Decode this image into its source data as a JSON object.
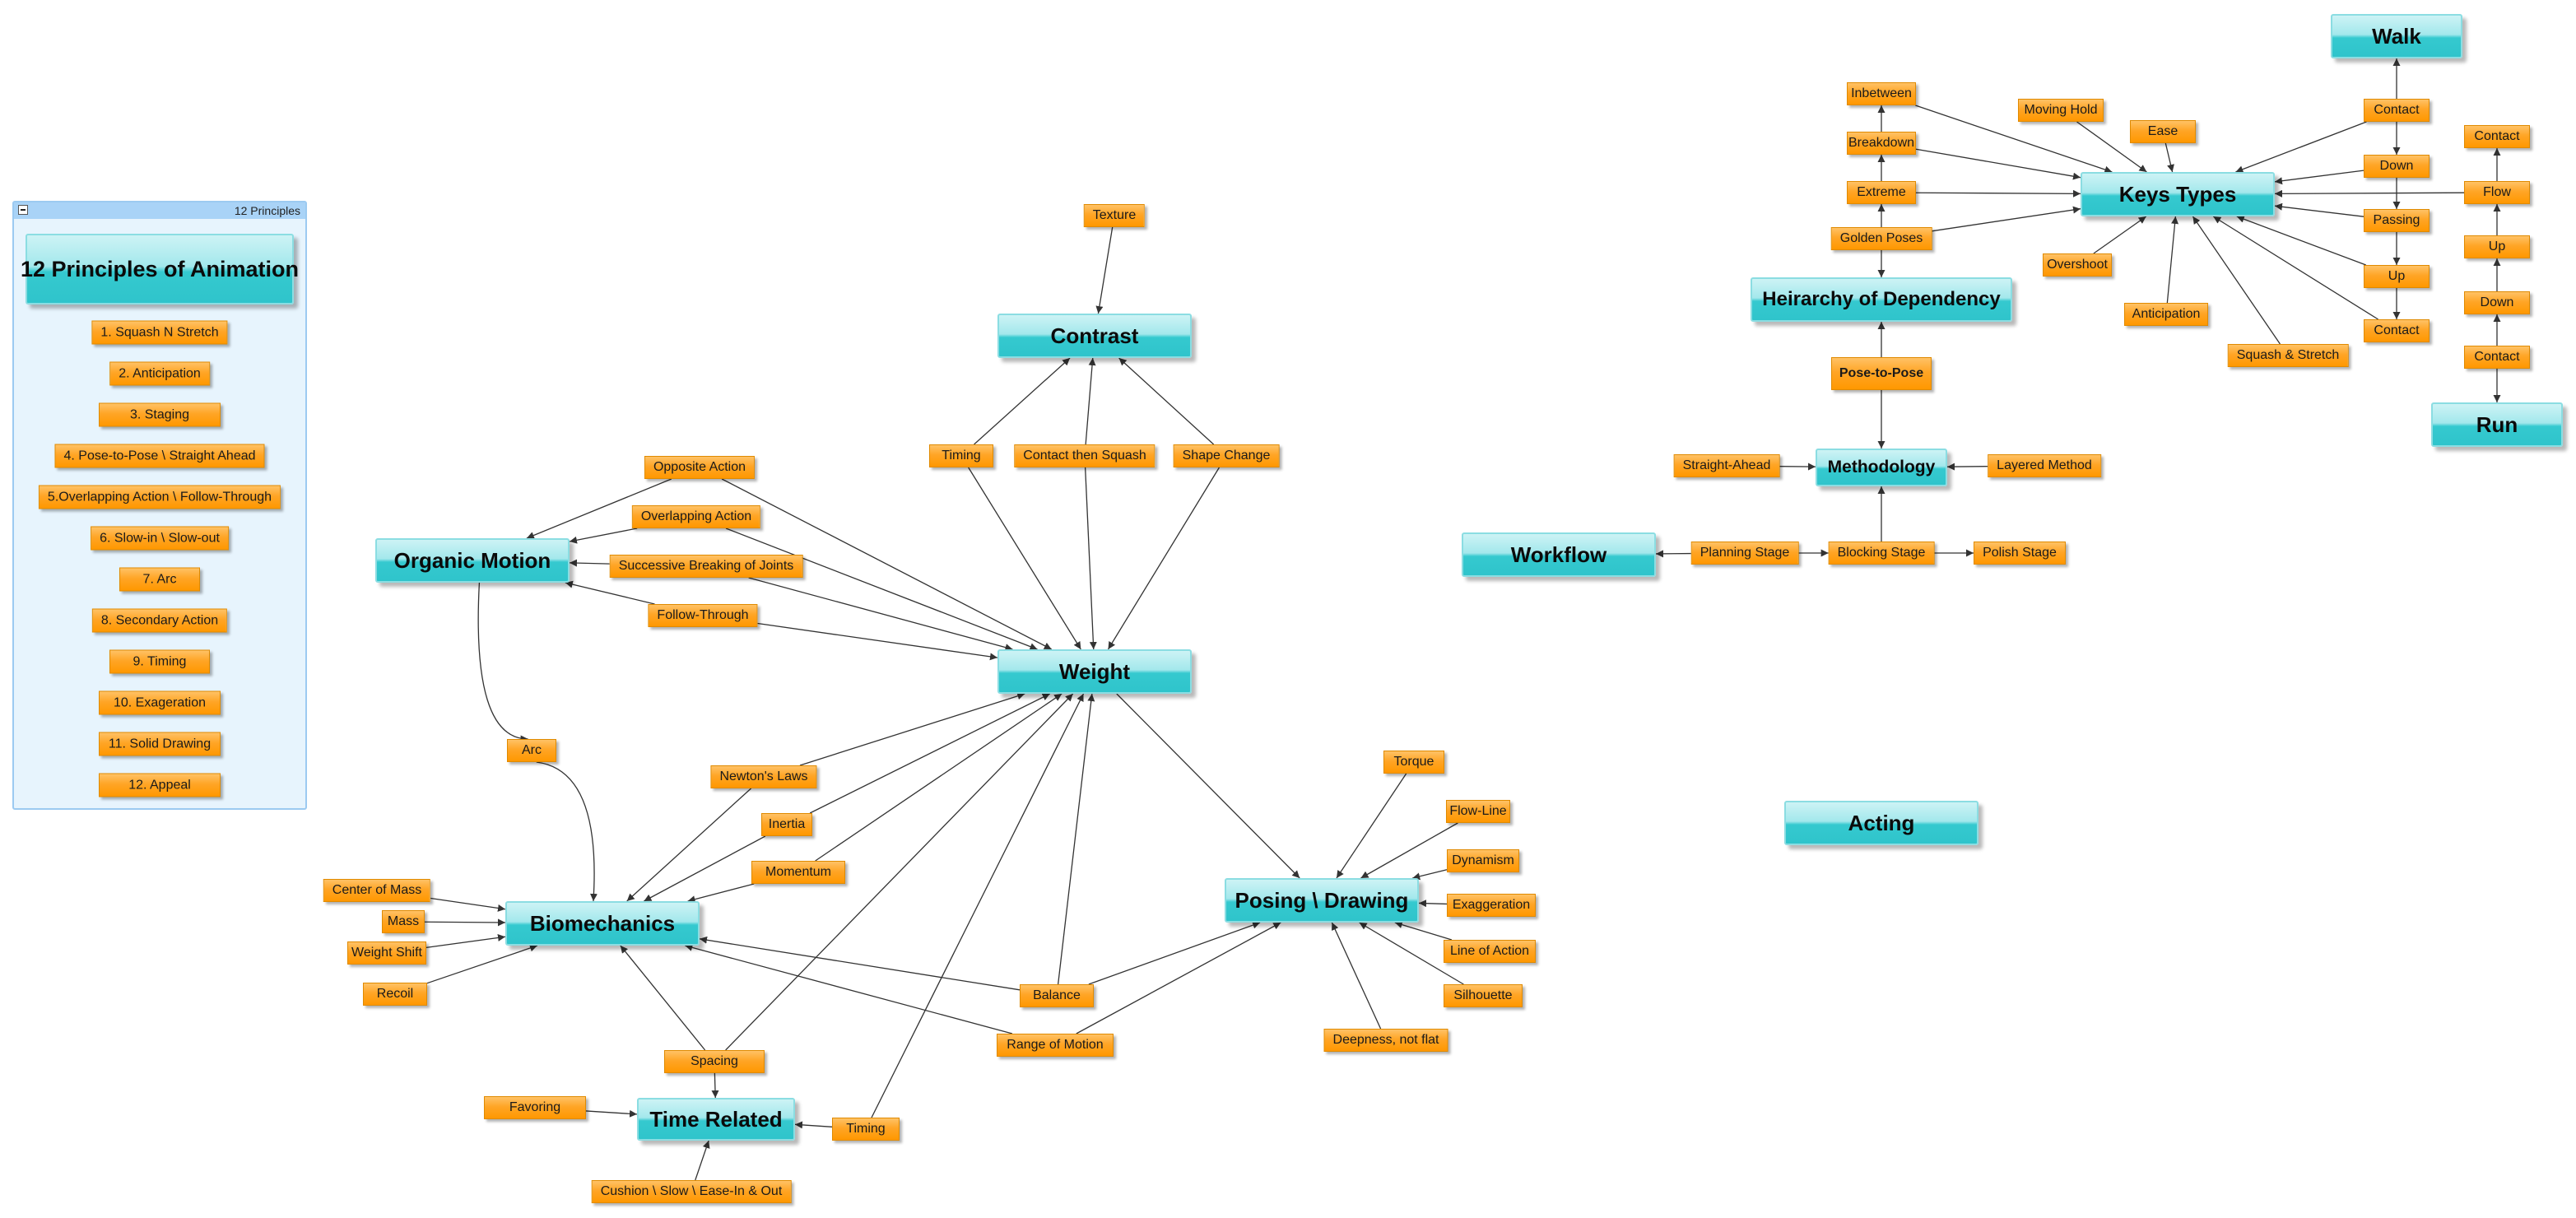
{
  "legend": {
    "title": "12 Principles"
  },
  "colors": {
    "topic_fill": "#35c9cf",
    "subtopic_fill": "#ff9800",
    "line": "#333333",
    "panel": "#e7f4fd"
  },
  "nodes": {
    "principles_title": "12 Principles of Animation",
    "p1": "1. Squash N Stretch",
    "p2": "2. Anticipation",
    "p3": "3. Staging",
    "p4": "4. Pose-to-Pose \\ Straight Ahead",
    "p5": "5.Overlapping Action \\ Follow-Through",
    "p6": "6. Slow-in \\ Slow-out",
    "p7": "7. Arc",
    "p8": "8. Secondary Action",
    "p9": "9. Timing",
    "p10": "10. Exageration",
    "p11": "11. Solid Drawing",
    "p12": "12. Appeal",
    "texture": "Texture",
    "contrast": "Contrast",
    "timing_top": "Timing",
    "contact_squash": "Contact then Squash",
    "shape_change": "Shape Change",
    "opposite_action": "Opposite Action",
    "overlapping_action": "Overlapping Action",
    "successive_breaking": "Successive Breaking of Joints",
    "follow_through": "Follow-Through",
    "organic_motion": "Organic Motion",
    "weight": "Weight",
    "arc": "Arc",
    "newtons_laws": "Newton's Laws",
    "inertia": "Inertia",
    "momentum": "Momentum",
    "center_of_mass": "Center of Mass",
    "mass": "Mass",
    "weight_shift": "Weight Shift",
    "recoil": "Recoil",
    "biomechanics": "Biomechanics",
    "balance": "Balance",
    "range_of_motion": "Range of Motion",
    "spacing": "Spacing",
    "favoring": "Favoring",
    "time_related": "Time Related",
    "timing_bottom": "Timing",
    "cushion": "Cushion \\ Slow \\ Ease-In & Out",
    "torque": "Torque",
    "flow_line": "Flow-Line",
    "dynamism": "Dynamism",
    "exaggeration": "Exaggeration",
    "line_of_action": "Line of Action",
    "silhouette": "Silhouette",
    "deepness": "Deepness, not flat",
    "posing_drawing": "Posing \\ Drawing",
    "workflow": "Workflow",
    "planning_stage": "Planning Stage",
    "blocking_stage": "Blocking Stage",
    "polish_stage": "Polish Stage",
    "straight_ahead": "Straight-Ahead",
    "methodology": "Methodology",
    "layered_method": "Layered Method",
    "pose_to_pose": "Pose-to-Pose",
    "hierarchy": "Heirarchy of Dependency",
    "golden_poses": "Golden Poses",
    "extreme": "Extreme",
    "breakdown": "Breakdown",
    "inbetween": "Inbetween",
    "moving_hold": "Moving Hold",
    "ease": "Ease",
    "overshoot": "Overshoot",
    "anticipation_kt": "Anticipation",
    "squash_stretch": "Squash & Stretch",
    "keys_types": "Keys Types",
    "walk": "Walk",
    "walk_contact1": "Contact",
    "walk_down": "Down",
    "walk_passing": "Passing",
    "walk_up": "Up",
    "walk_contact2": "Contact",
    "run": "Run",
    "run_contact_top": "Contact",
    "run_flow": "Flow",
    "run_up": "Up",
    "run_down": "Down",
    "run_contact_bottom": "Contact",
    "acting": "Acting"
  }
}
